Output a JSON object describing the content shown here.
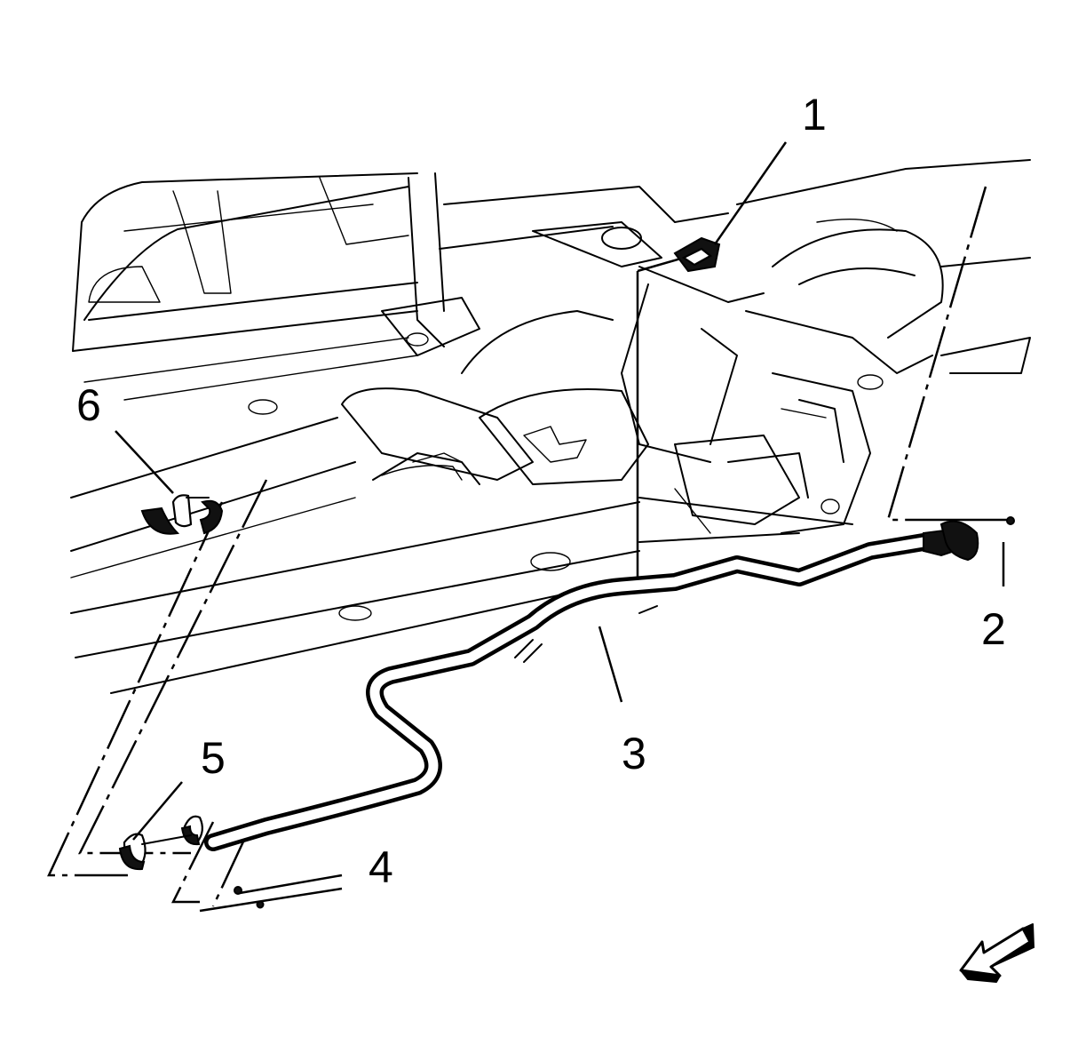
{
  "callouts": [
    {
      "id": "1",
      "label": "1"
    },
    {
      "id": "2",
      "label": "2"
    },
    {
      "id": "3",
      "label": "3"
    },
    {
      "id": "4",
      "label": "4"
    },
    {
      "id": "5",
      "label": "5"
    },
    {
      "id": "6",
      "label": "6"
    }
  ],
  "icons": {
    "direction_arrow": "front-direction-arrow-icon"
  }
}
